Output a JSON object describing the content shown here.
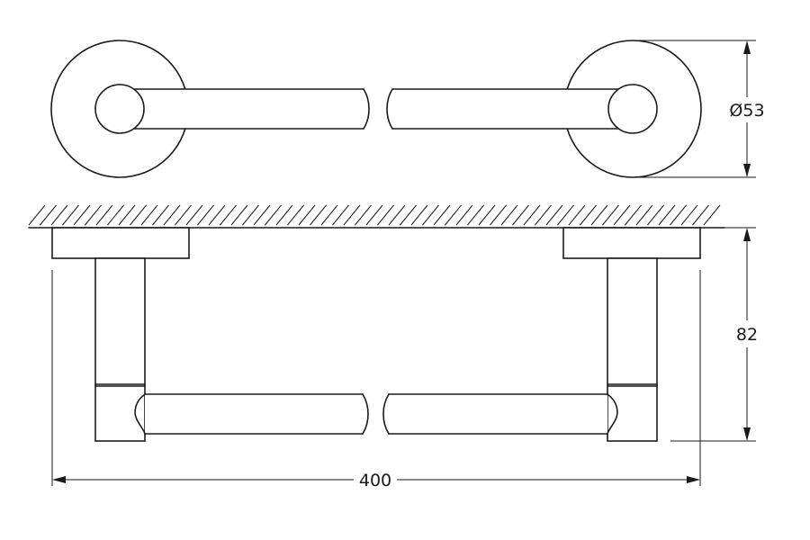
{
  "dimensions": {
    "diameter": "Ø53",
    "height": "82",
    "length": "400"
  }
}
